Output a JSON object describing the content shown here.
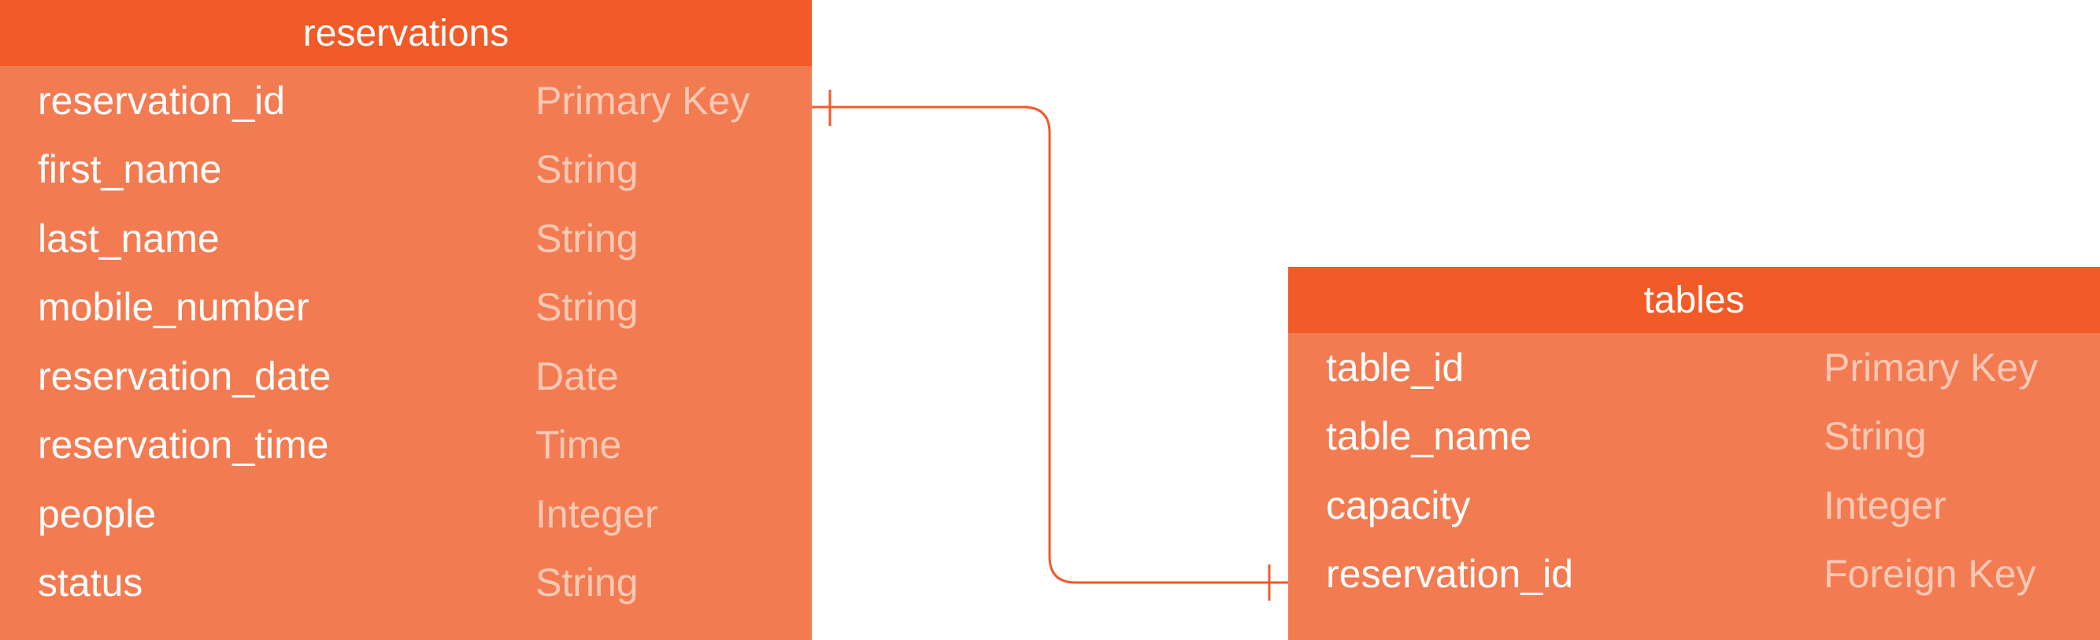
{
  "colors": {
    "header": "#f25a27",
    "body": "#f37b51",
    "field_name": "#ffffff",
    "field_type": "#fbc9b5",
    "connector": "#f25a27"
  },
  "entities": [
    {
      "name": "reservations",
      "fields": [
        {
          "name": "reservation_id",
          "type": "Primary Key"
        },
        {
          "name": "first_name",
          "type": "String"
        },
        {
          "name": "last_name",
          "type": "String"
        },
        {
          "name": "mobile_number",
          "type": "String"
        },
        {
          "name": "reservation_date",
          "type": "Date"
        },
        {
          "name": "reservation_time",
          "type": "Time"
        },
        {
          "name": "people",
          "type": "Integer"
        },
        {
          "name": "status",
          "type": "String"
        }
      ]
    },
    {
      "name": "tables",
      "fields": [
        {
          "name": "table_id",
          "type": "Primary Key"
        },
        {
          "name": "table_name",
          "type": "String"
        },
        {
          "name": "capacity",
          "type": "Integer"
        },
        {
          "name": "reservation_id",
          "type": "Foreign Key"
        }
      ]
    }
  ],
  "relationship": {
    "from": "reservations.reservation_id",
    "to": "tables.reservation_id",
    "from_end": "one",
    "to_end": "one"
  }
}
